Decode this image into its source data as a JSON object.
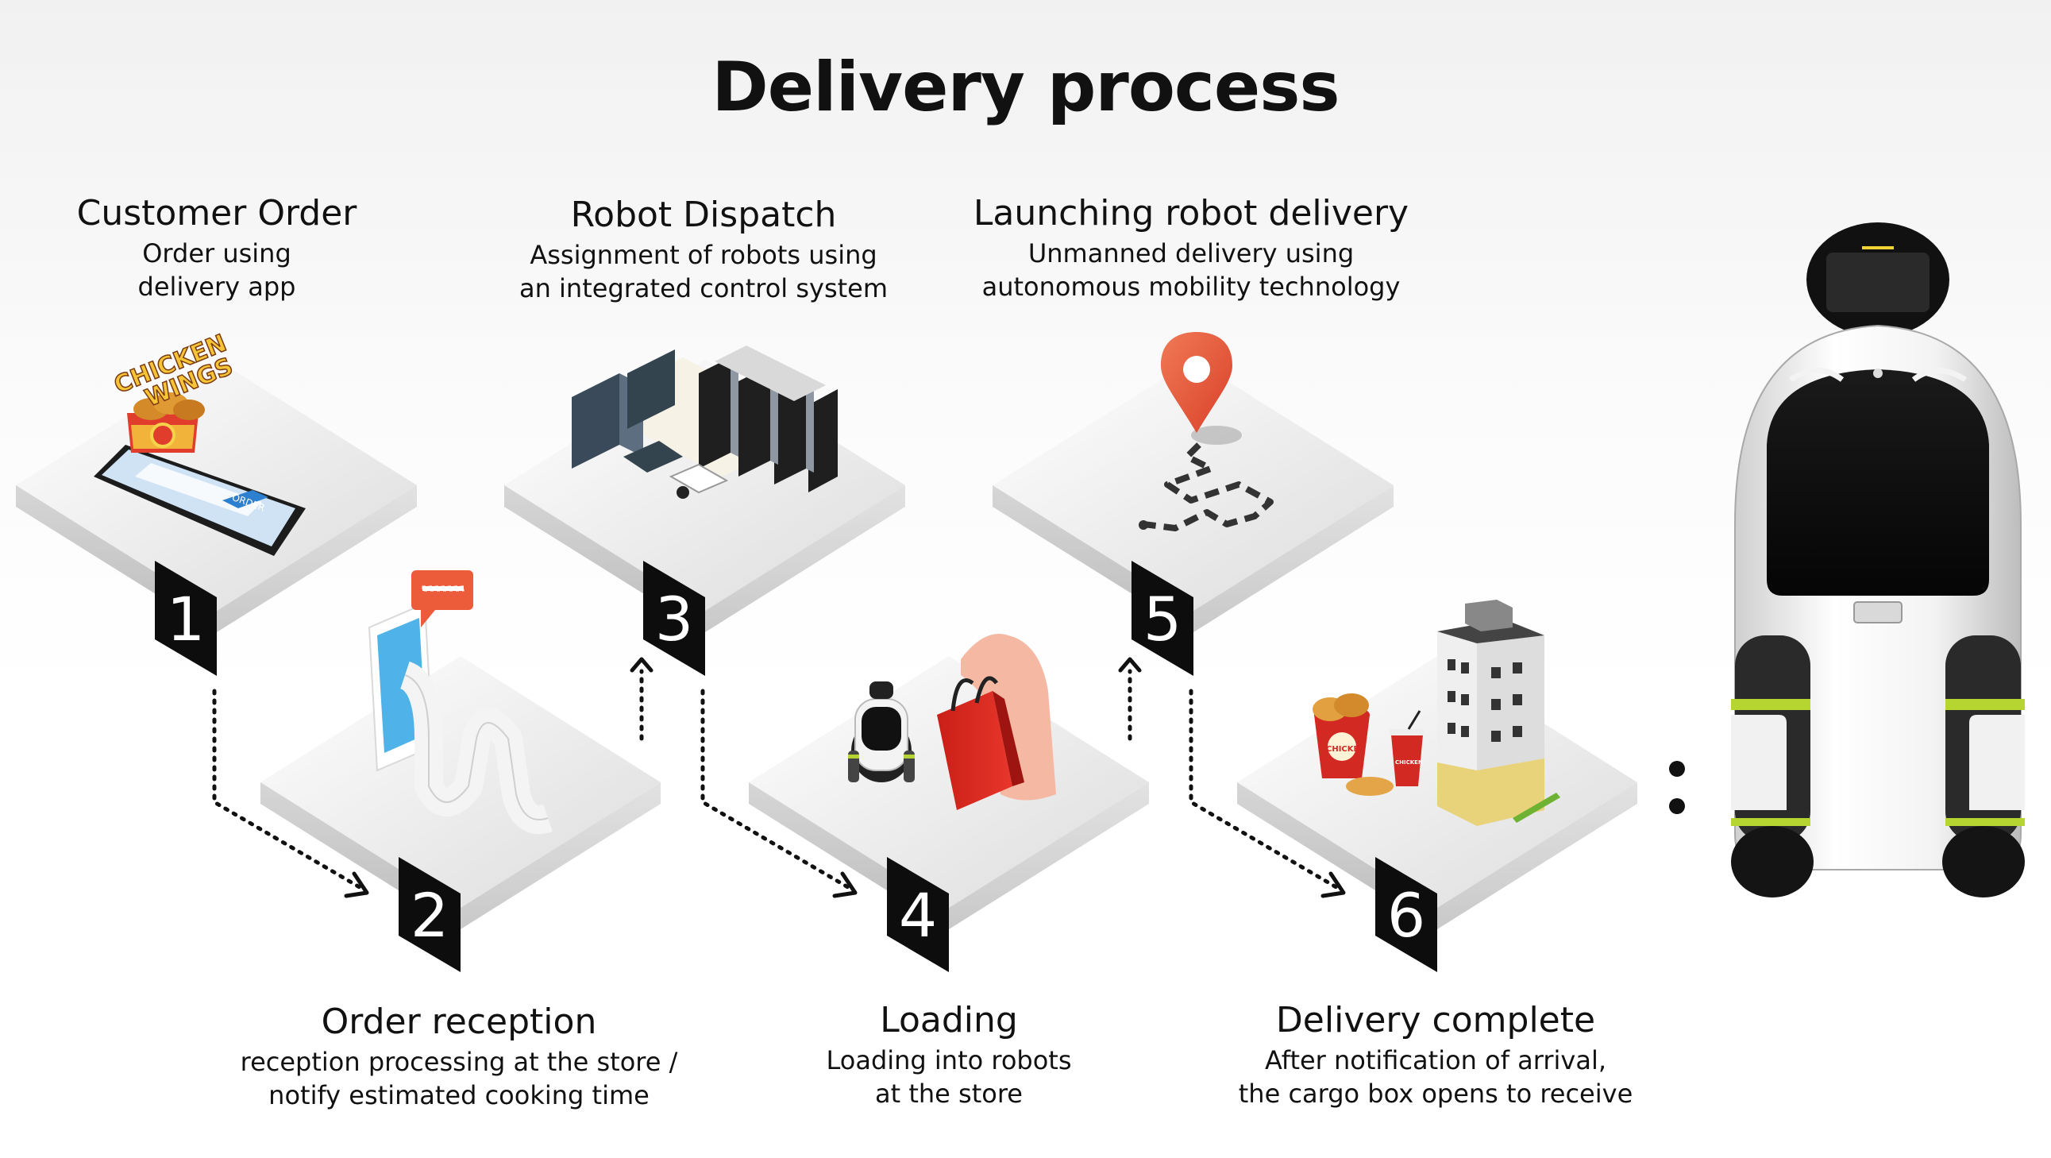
{
  "title": "Delivery process",
  "steps": [
    {
      "number": "1",
      "heading": "Customer Order",
      "desc_line1": "Order using",
      "desc_line2": "delivery app"
    },
    {
      "number": "2",
      "heading": "Order reception",
      "desc_line1": "reception processing at the store /",
      "desc_line2": "notify estimated cooking time"
    },
    {
      "number": "3",
      "heading": "Robot Dispatch",
      "desc_line1": "Assignment of robots using",
      "desc_line2": "an integrated control system"
    },
    {
      "number": "4",
      "heading": "Loading",
      "desc_line1": "Loading into robots",
      "desc_line2": "at the store"
    },
    {
      "number": "5",
      "heading": "Launching robot delivery",
      "desc_line1": "Unmanned delivery using",
      "desc_line2": "autonomous mobility technology"
    },
    {
      "number": "6",
      "heading": "Delivery complete",
      "desc_line1": "After notification of arrival,",
      "desc_line2": "the cargo box opens to receive"
    }
  ],
  "illustrations": {
    "phone_screen_button": "ORDER",
    "food_box_label_line1": "CHICKEN",
    "food_box_label_line2": "WINGS",
    "bucket_label": "CHICKEN",
    "cup_label": "CHICKEN"
  },
  "colors": {
    "platform_top": "#e6e6e6",
    "platform_side": "#c8c8c8",
    "tag": "#0d0d0d",
    "accent_red": "#e03d2d",
    "robot_green": "#b7d531"
  }
}
